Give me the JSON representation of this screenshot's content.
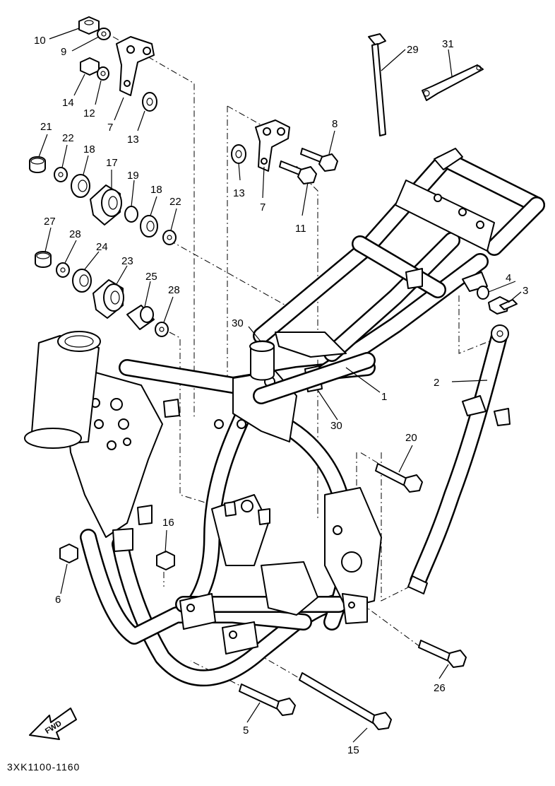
{
  "drawing_code": "3XK1100-1160",
  "direction_label": "FWD",
  "callouts": {
    "c1": "1",
    "c2": "2",
    "c3": "3",
    "c4": "4",
    "c5": "5",
    "c6": "6",
    "c7a": "7",
    "c7b": "7",
    "c8": "8",
    "c9": "9",
    "c10": "10",
    "c11": "11",
    "c12": "12",
    "c13a": "13",
    "c13b": "13",
    "c14": "14",
    "c15": "15",
    "c16": "16",
    "c17": "17",
    "c18a": "18",
    "c18b": "18",
    "c19": "19",
    "c20": "20",
    "c21": "21",
    "c22a": "22",
    "c22b": "22",
    "c23": "23",
    "c24": "24",
    "c25": "25",
    "c26": "26",
    "c27": "27",
    "c28a": "28",
    "c28b": "28",
    "c29": "29",
    "c30a": "30",
    "c30b": "30",
    "c31": "31"
  }
}
